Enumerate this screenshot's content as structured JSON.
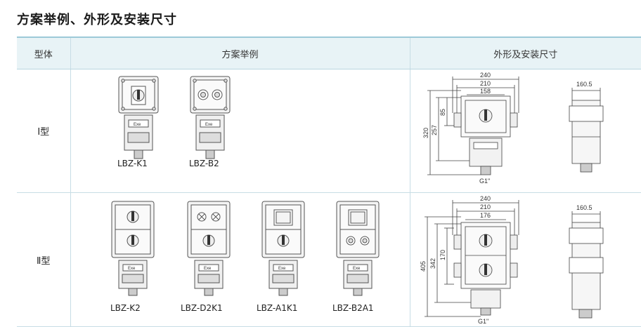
{
  "page_title": "方案举例、外形及安装尺寸",
  "headers": {
    "col_type": "型体",
    "col_examples": "方案举例",
    "col_dimensions": "外形及安装尺寸"
  },
  "rows": [
    {
      "type": "Ⅰ型",
      "models": [
        "LBZ-K1",
        "LBZ-B2"
      ],
      "dimensions": {
        "width_outer": "240",
        "width_mid": "210",
        "width_inner": "158",
        "depth": "160.5",
        "height_total": "320",
        "height_mount": "257",
        "height_upper": "85",
        "thread": "G1\""
      }
    },
    {
      "type": "Ⅱ型",
      "models": [
        "LBZ-K2",
        "LBZ-D2K1",
        "LBZ-A1K1",
        "LBZ-B2A1"
      ],
      "dimensions": {
        "width_outer": "240",
        "width_mid": "210",
        "width_inner": "176",
        "depth": "160.5",
        "height_total": "405",
        "height_mount": "342",
        "height_upper": "170",
        "thread": "G1\""
      }
    }
  ],
  "box_label": "Exe"
}
